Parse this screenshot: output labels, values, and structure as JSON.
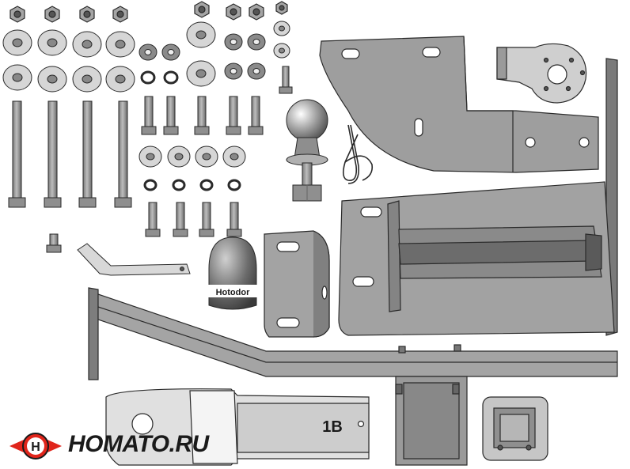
{
  "logo": {
    "brand_text": "HOMATO.RU",
    "mark_letter": "H",
    "mark_color": "#e0251b"
  },
  "labels": {
    "cap_text": "Hotodor",
    "bar_stamp": "1B"
  },
  "colors": {
    "metal": "#9b9b9b",
    "metal_dark": "#6f6f6f",
    "metal_light": "#c4c4c4",
    "washer": "#d6d6d6",
    "outline": "#2a2a2a",
    "ink": "#1a1a1a"
  }
}
